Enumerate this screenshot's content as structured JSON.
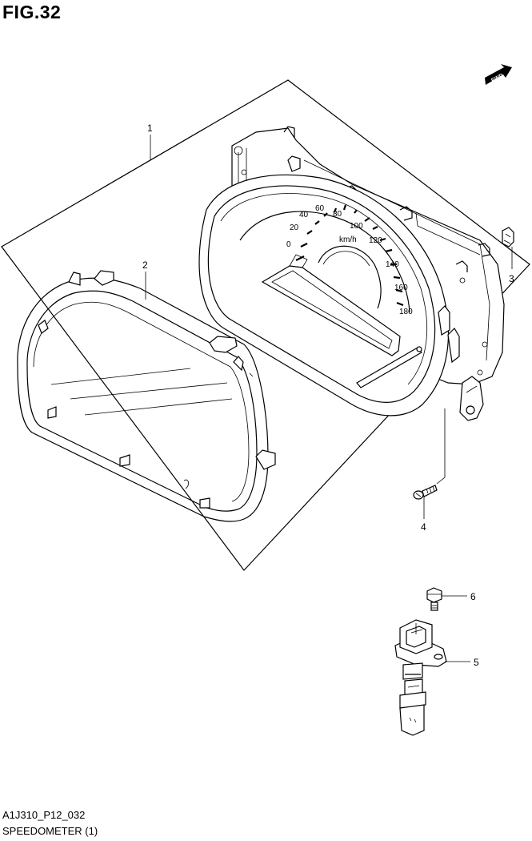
{
  "figure": {
    "title": "FIG.32"
  },
  "direction_badge": {
    "text": "FWD"
  },
  "parts": [
    {
      "ref": "1",
      "name": "speedometer-assembly"
    },
    {
      "ref": "2",
      "name": "meter-glass-cover"
    },
    {
      "ref": "3",
      "name": "clip"
    },
    {
      "ref": "4",
      "name": "screw"
    },
    {
      "ref": "5",
      "name": "speed-sensor"
    },
    {
      "ref": "6",
      "name": "bolt"
    }
  ],
  "dial": {
    "numbers": [
      "0",
      "20",
      "40",
      "60",
      "80",
      "100",
      "120",
      "140",
      "160",
      "180"
    ],
    "unit": "km/h"
  },
  "footer": {
    "code": "A1J310_P12_032",
    "name": "SPEEDOMETER (1)"
  }
}
